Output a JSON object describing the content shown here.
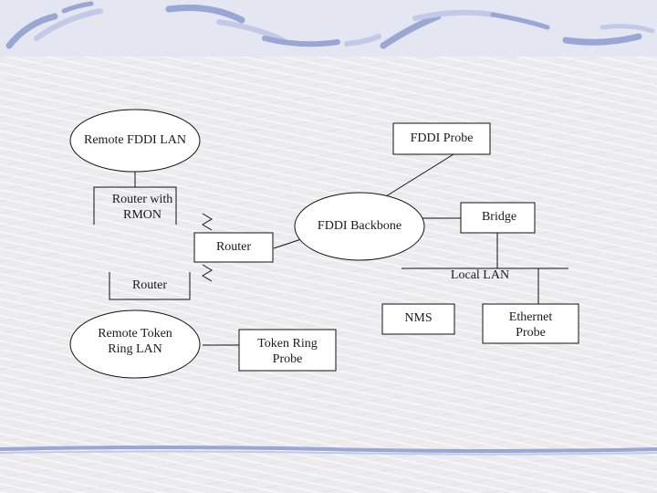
{
  "diagram": {
    "nodes": {
      "remote_fddi_lan": "Remote FDDI LAN",
      "fddi_probe": "FDDI Probe",
      "router_with_rmon_line1": "Router with",
      "router_with_rmon_line2": "RMON",
      "fddi_backbone": "FDDI Backbone",
      "bridge": "Bridge",
      "router_middle": "Router",
      "local_lan": "Local LAN",
      "router_lower": "Router",
      "nms": "NMS",
      "ethernet_probe_line1": "Ethernet",
      "ethernet_probe_line2": "Probe",
      "remote_token_ring_line1": "Remote Token",
      "remote_token_ring_line2": "Ring LAN",
      "token_ring_probe_line1": "Token Ring",
      "token_ring_probe_line2": "Probe"
    }
  },
  "colors": {
    "deco_blue": "#9aa6d4",
    "deco_light": "#c3c9e6",
    "line": "#111111",
    "shape_fill": "#ffffff"
  }
}
